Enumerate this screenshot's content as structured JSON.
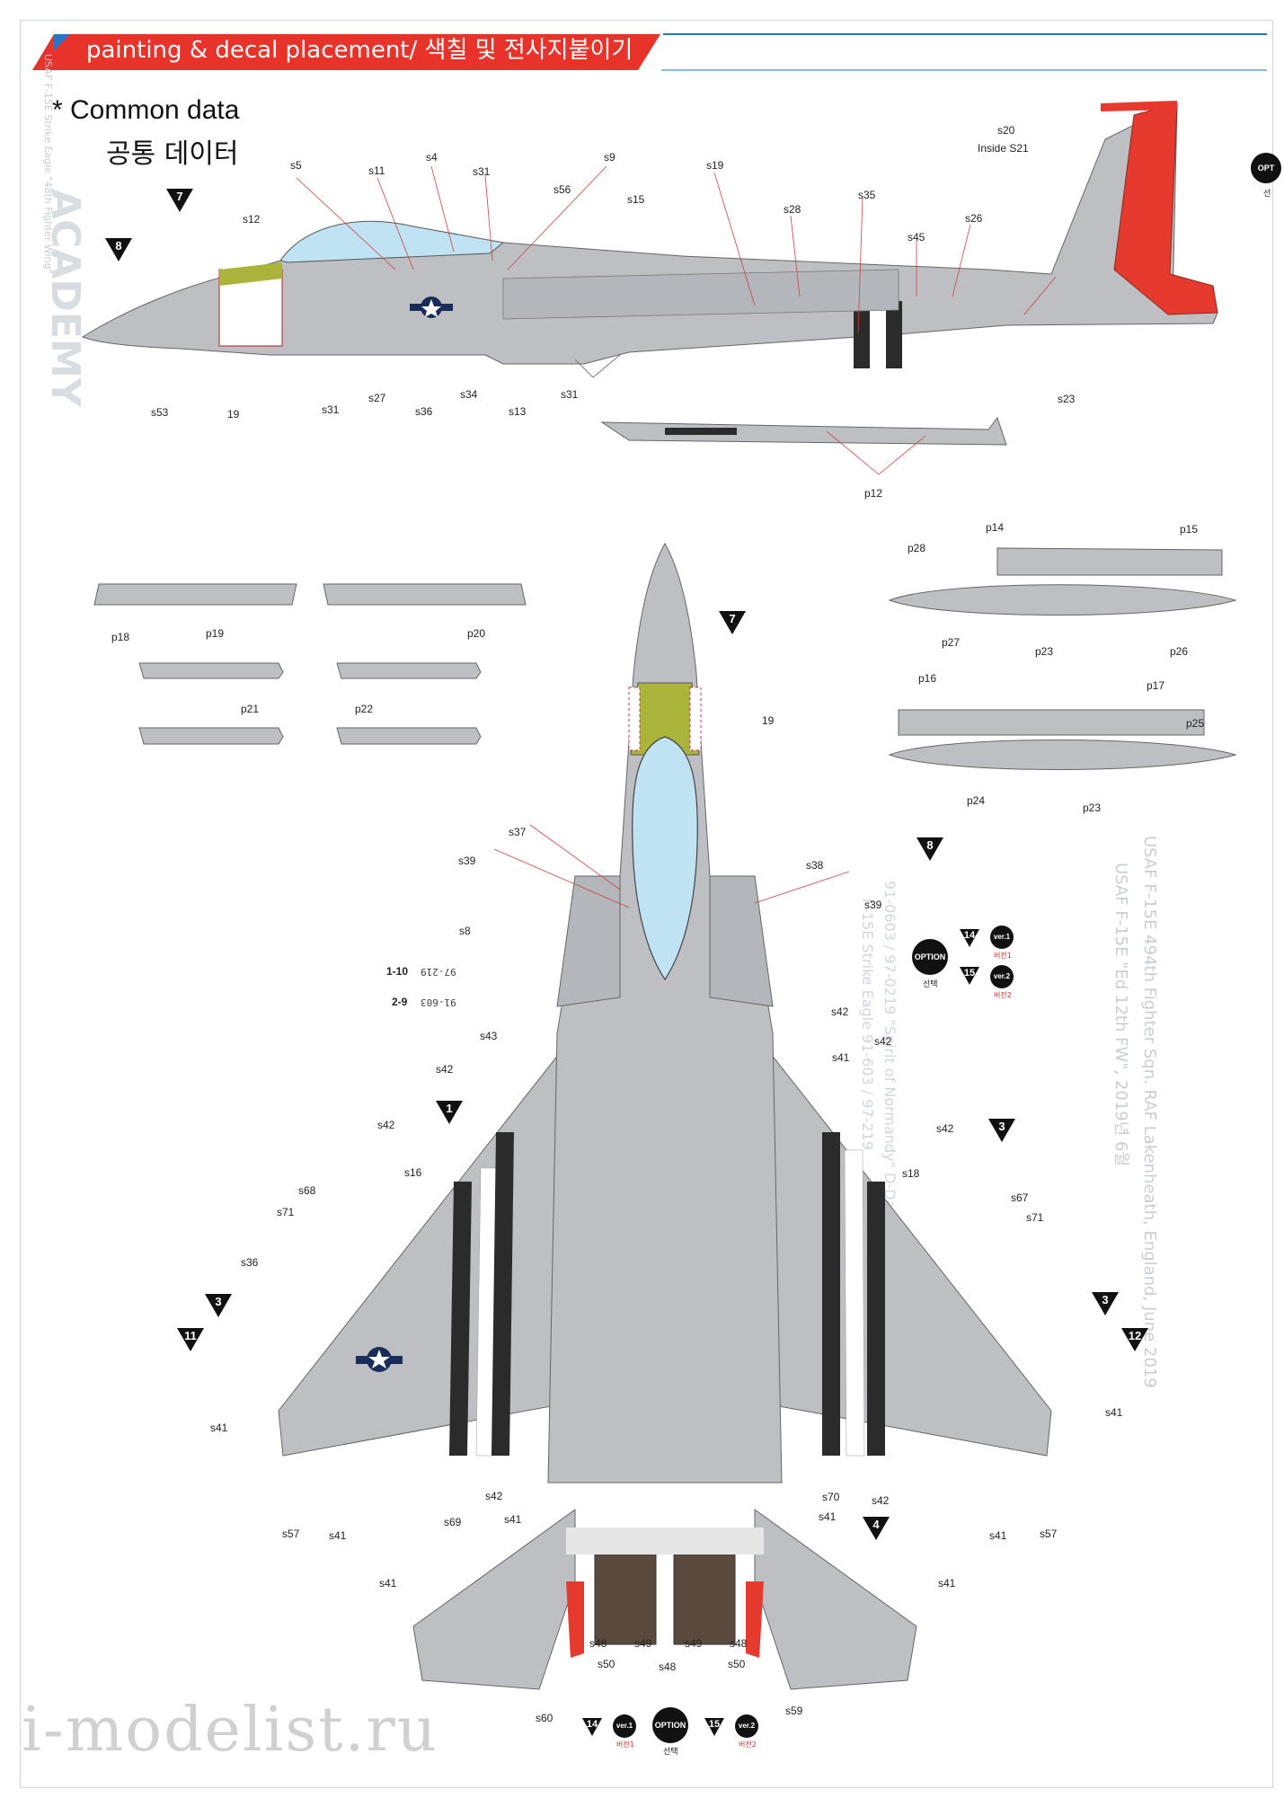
{
  "header": {
    "title": "painting & decal placement/ 색칠 및 전사지붙이기",
    "accent_color": "#e8332a",
    "bar_color": "#2a74c7"
  },
  "common_data": {
    "title": "* Common data",
    "subtitle": "공통 데이터"
  },
  "side_view_labels": [
    "s5",
    "s11",
    "s4",
    "s31",
    "s9",
    "s56",
    "s15",
    "s19",
    "s28",
    "s35",
    "s45",
    "s26",
    "s20",
    "Inside S21",
    "s12",
    "s53",
    "19",
    "s31",
    "s27",
    "s36",
    "s34",
    "s13",
    "s31",
    "s23",
    "p12"
  ],
  "marker_numbers": [
    "7",
    "8",
    "1",
    "3",
    "3",
    "3",
    "11",
    "12",
    "4",
    "14",
    "15"
  ],
  "pylon_labels": [
    "p18",
    "p19",
    "p20",
    "p21",
    "p22"
  ],
  "tank_labels": [
    "p14",
    "p15",
    "p28",
    "p27",
    "p23",
    "p26",
    "p16",
    "p17",
    "p25",
    "p24",
    "p23"
  ],
  "top_view_labels": [
    "19",
    "s37",
    "s38",
    "s39",
    "s39",
    "s8",
    "s43",
    "s42",
    "s41",
    "s42",
    "s42",
    "s42",
    "s16",
    "s18",
    "s42",
    "s67",
    "s68",
    "s71",
    "s71",
    "s36",
    "s41",
    "s41",
    "s57",
    "s69",
    "s42",
    "s70",
    "s42",
    "s41",
    "s57",
    "s41",
    "s41",
    "s41",
    "s41",
    "s48",
    "s49",
    "s49",
    "s48",
    "s50",
    "s50",
    "s60",
    "s59",
    "s48",
    "s41"
  ],
  "versions": {
    "v1_label": "1-10",
    "v1_code": "97-219",
    "v2_label": "2-9",
    "v2_code": "91-603"
  },
  "option": {
    "label": "OPTION",
    "sub": "선택",
    "ver1": "ver.1",
    "ver1_sub": "버전1",
    "ver2": "ver.2",
    "ver2_sub": "버전2",
    "opt_top": "OPT",
    "opt_top_sub": "선"
  },
  "side_rotated": {
    "text1": "USAF F-15E Strike Eagle \"48th Fighter Wing\"",
    "text2": "ACADEMY"
  },
  "right_rotated": {
    "line1": "USAF F-15E 494th Fighter Sqn. RAF Lakenheath, England, June 2019",
    "line2": "USAF F-15E \"Ed 12th FW\", 2019년 6월",
    "line3": "91-0603 / 97-0219 \"Spirit of Normandy\" D-Day 75th Anniversary",
    "line4": "F-15E Strike Eagle 91-603 / 97-219"
  },
  "watermark": "i-modelist.ru",
  "colors": {
    "aircraft_gray": "#bdbfc2",
    "aircraft_gray_dark": "#9ea1a5",
    "red": "#e63a2e",
    "canopy_blue": "#bfe3f2",
    "olive": "#aab43a",
    "invasion_black": "#2b2b2b",
    "line": "#c44"
  }
}
